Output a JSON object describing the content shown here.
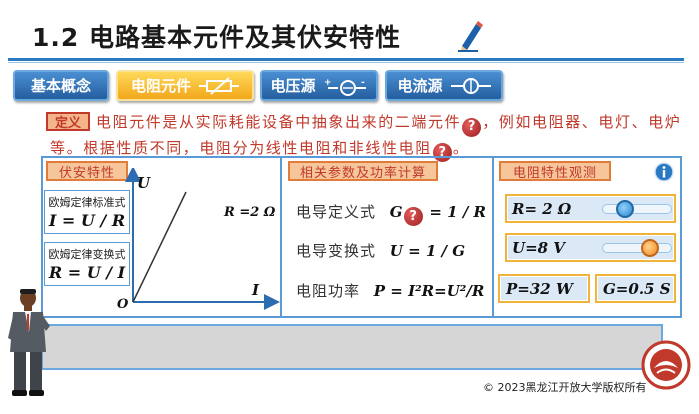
{
  "header": {
    "title": "1.2 电路基本元件及其伏安特性"
  },
  "tabs": [
    {
      "label": "基本概念",
      "active": false
    },
    {
      "label": "电阻元件",
      "active": true
    },
    {
      "label": "电压源",
      "active": false
    },
    {
      "label": "电流源",
      "active": false
    }
  ],
  "definition": {
    "badge": "定义",
    "part1": "电阻元件是从实际耗能设备中抽象出来的二端元件",
    "part2": "，例如电阻器、电灯、电炉等。根据性质不同，电阻分为线性电阻和非线性电阻",
    "part3": "。",
    "help_glyph": "?"
  },
  "vi_section": {
    "title": "伏安特性",
    "law_standard_caption": "欧姆定律标准式",
    "law_standard_eq": "I = U / R",
    "law_transform_caption": "欧姆定律变换式",
    "law_transform_eq": "R = U / I",
    "axis_u": "U",
    "axis_i": "I",
    "origin": "O",
    "line_label": "R =2  Ω"
  },
  "params_section": {
    "title": "相关参数及功率计算",
    "f1_label": "电导定义式",
    "f1_var": "G",
    "f1_rest": "= 1 / R",
    "f2_label": "电导变换式",
    "f2_eq": "U = 1 / G",
    "f3_label": "电阻功率",
    "f3_eq": "P = I²R=U²/R"
  },
  "observe_section": {
    "title": "电阻特性观测",
    "r_label": "R= 2 Ω",
    "r_value": 2,
    "u_label": "U=8  V",
    "u_value": 8,
    "p_label": "P=32    W",
    "g_label": "G=0.5   S"
  },
  "footer": {
    "copyright": "© 2023黑龙江开放大学版权所有"
  },
  "colors": {
    "accent_blue": "#2b79c2",
    "active_tab": "#f2a71b",
    "definition_red": "#c0392b"
  }
}
